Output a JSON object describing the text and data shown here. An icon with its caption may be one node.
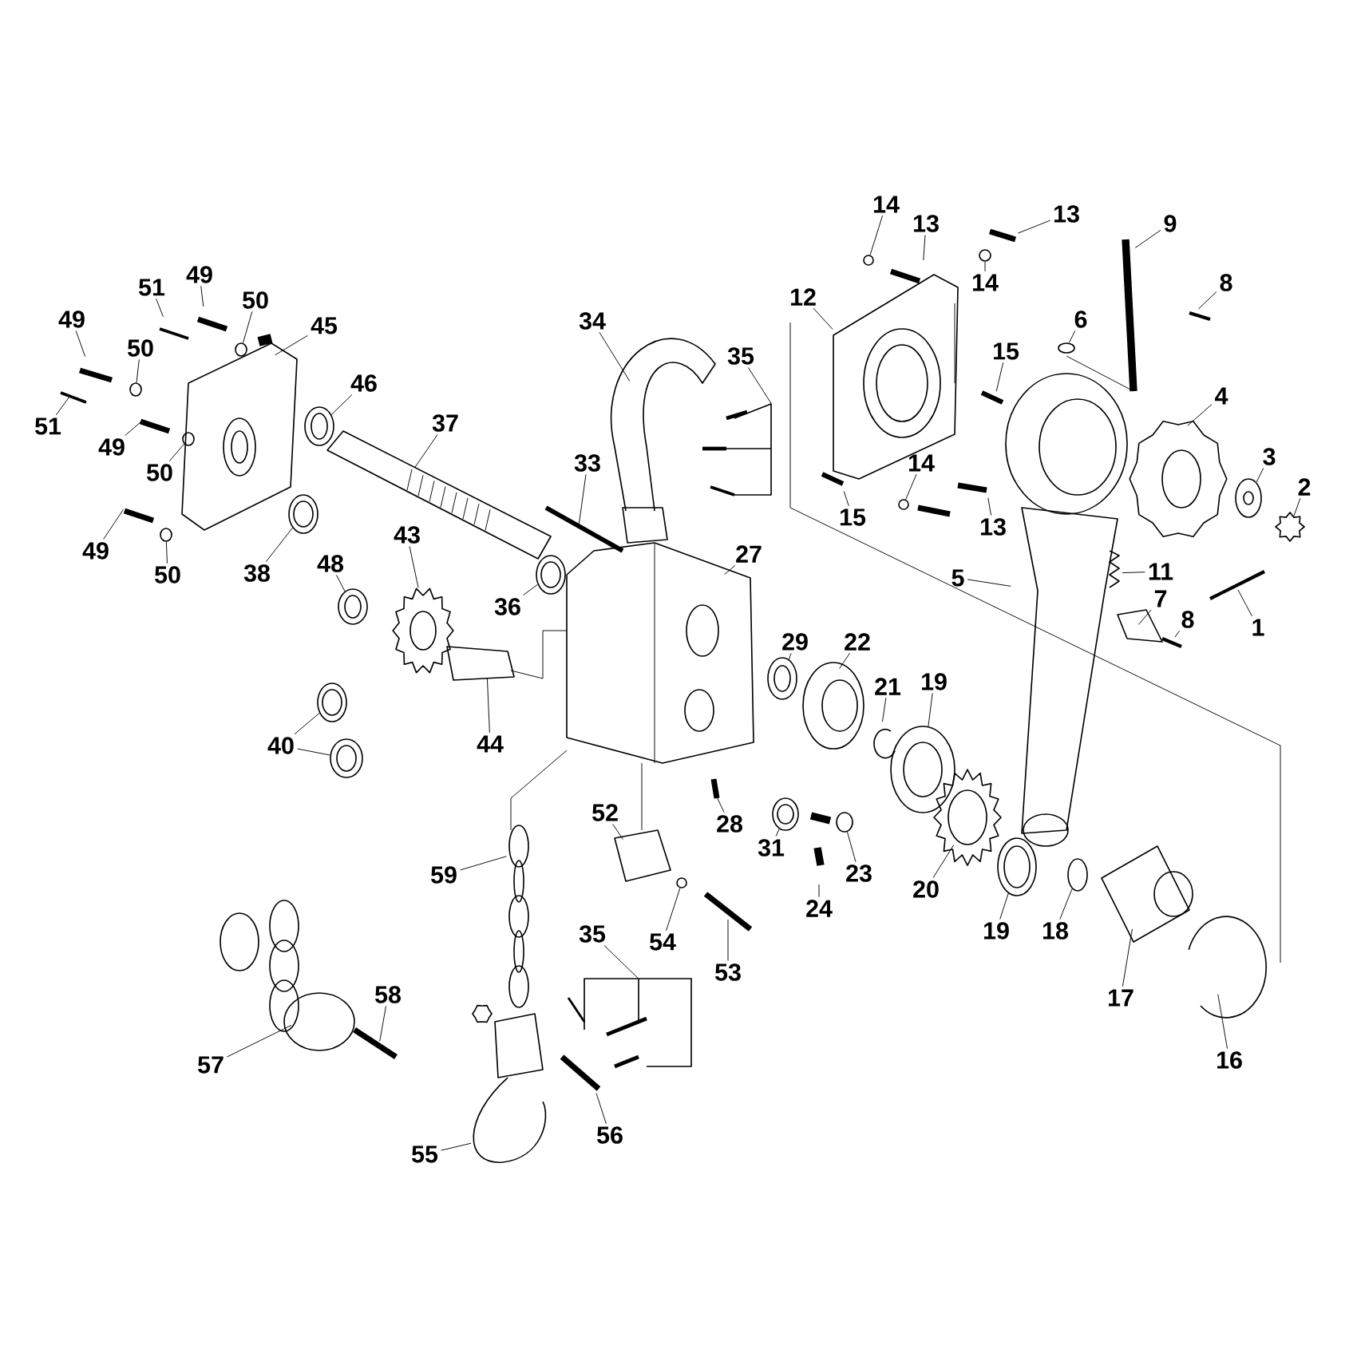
{
  "diagram": {
    "nodes": [
      {
        "text": [
          "13"
        ]
      },
      {
        "text": [
          "14"
        ]
      },
      {
        "text": [
          "9"
        ]
      },
      {
        "text": [
          "13"
        ]
      },
      {
        "text": [
          "14"
        ]
      },
      {
        "text": [
          "8"
        ]
      },
      {
        "text": [
          "12"
        ]
      },
      {
        "text": [
          "49"
        ]
      },
      {
        "text": [
          "51"
        ]
      },
      {
        "text": [
          "49"
        ]
      },
      {
        "text": [
          "50"
        ]
      },
      {
        "text": [
          "6"
        ]
      },
      {
        "text": [
          "34"
        ]
      },
      {
        "text": [
          "45"
        ]
      },
      {
        "text": [
          "50"
        ]
      },
      {
        "text": [
          "15"
        ]
      },
      {
        "text": [
          "35"
        ]
      },
      {
        "text": [
          "46"
        ]
      },
      {
        "text": [
          "4"
        ]
      },
      {
        "text": [
          "37"
        ]
      },
      {
        "text": [
          "51"
        ]
      },
      {
        "text": [
          "49"
        ]
      },
      {
        "text": [
          "3"
        ]
      },
      {
        "text": [
          "50"
        ]
      },
      {
        "text": [
          "14"
        ]
      },
      {
        "text": [
          "33"
        ]
      },
      {
        "text": [
          "2"
        ]
      },
      {
        "text": [
          "49"
        ]
      },
      {
        "text": [
          "15"
        ]
      },
      {
        "text": [
          "13"
        ]
      },
      {
        "text": [
          "50"
        ]
      },
      {
        "text": [
          "43"
        ]
      },
      {
        "text": [
          "27"
        ]
      },
      {
        "text": [
          "5"
        ]
      },
      {
        "text": [
          "48"
        ]
      },
      {
        "text": [
          "11"
        ]
      },
      {
        "text": [
          "38"
        ]
      },
      {
        "text": [
          "7"
        ]
      },
      {
        "text": [
          "36"
        ]
      },
      {
        "text": [
          "8"
        ]
      },
      {
        "text": [
          "1"
        ]
      },
      {
        "text": [
          "29"
        ]
      },
      {
        "text": [
          "22"
        ]
      },
      {
        "text": [
          "19"
        ]
      },
      {
        "text": [
          "21"
        ]
      },
      {
        "text": [
          "44"
        ]
      },
      {
        "text": [
          "40"
        ]
      },
      {
        "text": [
          "52"
        ]
      },
      {
        "text": [
          "28"
        ]
      },
      {
        "text": [
          "31"
        ]
      },
      {
        "text": [
          "23"
        ]
      },
      {
        "text": [
          "59"
        ]
      },
      {
        "text": [
          "20"
        ]
      },
      {
        "text": [
          "24"
        ]
      },
      {
        "text": [
          "19"
        ]
      },
      {
        "text": [
          "18"
        ]
      },
      {
        "text": [
          "35"
        ]
      },
      {
        "text": [
          "54"
        ]
      },
      {
        "text": [
          "53"
        ]
      },
      {
        "text": [
          "58"
        ]
      },
      {
        "text": [
          "17"
        ]
      },
      {
        "text": [
          "16"
        ]
      },
      {
        "text": [
          "57"
        ]
      },
      {
        "text": [
          "56"
        ]
      },
      {
        "text": [
          "55"
        ]
      },
      {
        "text": [],
        "shape": "circle"
      },
      {
        "text": [],
        "shape": "circle"
      },
      {
        "text": [],
        "shape": "bracket"
      },
      {
        "text": [],
        "shape": "circle"
      },
      {
        "text": [],
        "shape": "circle"
      },
      {
        "text": [],
        "shape": "circle"
      },
      {
        "text": [],
        "shape": "circle"
      },
      {
        "text": [],
        "shape": "star"
      },
      {
        "text": [],
        "shape": "circle"
      },
      {
        "text": [],
        "shape": "circle"
      },
      {
        "text": [],
        "shape": "circle"
      },
      {
        "text": [],
        "shape": "circle"
      },
      {
        "text": [],
        "shape": "circle"
      },
      {
        "text": [],
        "shape": "circle"
      },
      {
        "text": [],
        "shape": "circle"
      },
      {
        "text": [],
        "shape": "circle"
      },
      {
        "text": [],
        "shape": "circle"
      },
      {
        "text": [],
        "shape": "bracket"
      },
      {
        "text": [],
        "shape": "circle"
      },
      {
        "text": [],
        "shape": "circle"
      },
      {
        "text": [],
        "shape": "circle"
      },
      {
        "text": [],
        "shape": "circle"
      },
      {
        "text": [],
        "shape": "circle"
      },
      {
        "text": [],
        "shape": "circle"
      },
      {
        "text": [],
        "shape": "circle"
      }
    ],
    "edges": [
      {
        "from": 0,
        "to": null,
        "arrow": "none"
      },
      {
        "from": 1,
        "to": 83,
        "arrow": "none"
      },
      {
        "from": 2,
        "to": null,
        "arrow": "none"
      },
      {
        "from": 3,
        "to": null,
        "arrow": "none"
      },
      {
        "from": 4,
        "to": 65,
        "arrow": "none"
      },
      {
        "from": 5,
        "to": null,
        "arrow": "none"
      },
      {
        "from": 6,
        "to": null,
        "arrow": "none"
      },
      {
        "from": 7,
        "to": null,
        "arrow": "none"
      },
      {
        "from": 8,
        "to": null,
        "arrow": "none"
      },
      {
        "from": 9,
        "to": null,
        "arrow": "none"
      },
      {
        "from": 10,
        "to": 84,
        "arrow": "none"
      },
      {
        "from": 11,
        "to": 66,
        "arrow": "none"
      },
      {
        "from": 12,
        "to": null,
        "arrow": "none"
      },
      {
        "from": 13,
        "to": null,
        "arrow": "none"
      },
      {
        "from": 14,
        "to": 85,
        "arrow": "none"
      },
      {
        "from": 15,
        "to": null,
        "arrow": "none"
      },
      {
        "from": 16,
        "to": 67,
        "arrow": "none"
      },
      {
        "from": 17,
        "to": 68,
        "arrow": "none"
      },
      {
        "from": 18,
        "to": null,
        "arrow": "none"
      },
      {
        "from": 19,
        "to": null,
        "arrow": "none"
      },
      {
        "from": 20,
        "to": null,
        "arrow": "none"
      },
      {
        "from": 21,
        "to": null,
        "arrow": "none"
      },
      {
        "from": 22,
        "to": 69,
        "arrow": "none"
      },
      {
        "from": 23,
        "to": 70,
        "arrow": "none"
      },
      {
        "from": 24,
        "to": 71,
        "arrow": "none"
      },
      {
        "from": 25,
        "to": null,
        "arrow": "none"
      },
      {
        "from": 26,
        "to": 72,
        "arrow": "none"
      },
      {
        "from": 27,
        "to": null,
        "arrow": "none"
      },
      {
        "from": 28,
        "to": null,
        "arrow": "none"
      },
      {
        "from": 29,
        "to": null,
        "arrow": "none"
      },
      {
        "from": 30,
        "to": 73,
        "arrow": "none"
      },
      {
        "from": 31,
        "to": null,
        "arrow": "none"
      },
      {
        "from": 32,
        "to": null,
        "arrow": "none"
      },
      {
        "from": 33,
        "to": null,
        "arrow": "none"
      },
      {
        "from": 34,
        "to": 86,
        "arrow": "none"
      },
      {
        "from": 35,
        "to": null,
        "arrow": "none"
      },
      {
        "from": 36,
        "to": 74,
        "arrow": "none"
      },
      {
        "from": 37,
        "to": null,
        "arrow": "none"
      },
      {
        "from": 38,
        "to": 89,
        "arrow": "none"
      },
      {
        "from": 39,
        "to": null,
        "arrow": "none"
      },
      {
        "from": 40,
        "to": null,
        "arrow": "none"
      },
      {
        "from": 41,
        "to": 75,
        "arrow": "none"
      },
      {
        "from": 42,
        "to": null,
        "arrow": "none"
      },
      {
        "from": 43,
        "to": 87,
        "arrow": "none"
      },
      {
        "from": 44,
        "to": null,
        "arrow": "none"
      },
      {
        "from": 45,
        "to": null,
        "arrow": "none"
      },
      {
        "from": 46,
        "to": 76,
        "arrow": "none"
      },
      {
        "from": 46,
        "to": 77,
        "arrow": "none"
      },
      {
        "from": 47,
        "to": null,
        "arrow": "none"
      },
      {
        "from": 48,
        "to": null,
        "arrow": "none"
      },
      {
        "from": 49,
        "to": 78,
        "arrow": "none"
      },
      {
        "from": 50,
        "to": 79,
        "arrow": "none"
      },
      {
        "from": 51,
        "to": null,
        "arrow": "none"
      },
      {
        "from": 52,
        "to": null,
        "arrow": "none"
      },
      {
        "from": 53,
        "to": null,
        "arrow": "none"
      },
      {
        "from": 54,
        "to": 88,
        "arrow": "none"
      },
      {
        "from": 55,
        "to": 81,
        "arrow": "none"
      },
      {
        "from": 56,
        "to": 82,
        "arrow": "none"
      },
      {
        "from": 57,
        "to": 80,
        "arrow": "none"
      },
      {
        "from": 58,
        "to": null,
        "arrow": "none"
      },
      {
        "from": 59,
        "to": null,
        "arrow": "none"
      },
      {
        "from": 60,
        "to": null,
        "arrow": "none"
      },
      {
        "from": 61,
        "to": null,
        "arrow": "none"
      },
      {
        "from": 62,
        "to": null,
        "arrow": "none"
      },
      {
        "from": 63,
        "to": null,
        "arrow": "none"
      },
      {
        "from": 64,
        "to": null,
        "arrow": "none"
      }
    ]
  }
}
